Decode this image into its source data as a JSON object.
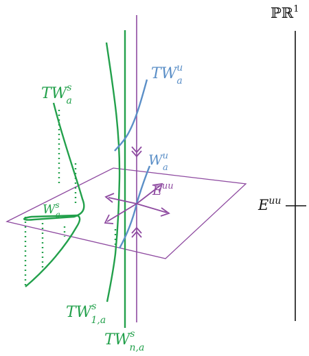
{
  "labels": {
    "pr_base": "ℙℝ",
    "pr_sup": "1",
    "e_uu_axis_base": "E",
    "e_uu_axis_sup": "uu",
    "tw_as_base": "TW",
    "tw_as_sup": "s",
    "tw_as_sub": "a",
    "tw_au_base": "TW",
    "tw_au_sup": "u",
    "tw_au_sub": "a",
    "w_au_base": "W",
    "w_au_sup": "u",
    "w_au_sub": "a",
    "e_uu_base": "E",
    "e_uu_sup": "uu",
    "w_as_base": "W",
    "w_as_sup": "s",
    "w_as_sub": "a",
    "tw_1a_base": "TW",
    "tw_1a_sup": "s",
    "tw_1a_sub": "1,a",
    "tw_na_base": "TW",
    "tw_na_sup": "s",
    "tw_na_sub": "n,a"
  },
  "colors": {
    "green": "#22a04b",
    "blue": "#5b8fc7",
    "purple": "#8e4aa0",
    "black": "#111111"
  }
}
